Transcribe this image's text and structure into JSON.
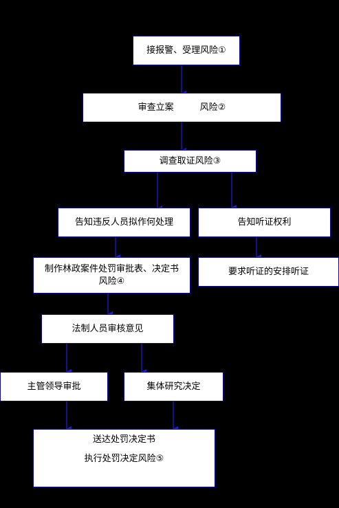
{
  "flow": {
    "n1": "接报警、受理风险①",
    "n2_left": "审查立案",
    "n2_right": "风险②",
    "n3": "调查取证风险③",
    "n4_left": "告知违反人员拟作何处理",
    "n4_right": "告知听证权利",
    "n5_left_line1": "制作林政案件处罚审批表、决定书",
    "n5_left_line2": "风险④",
    "n5_right": "要求听证的安排听证",
    "n6": "法制人员审核意见",
    "n7_left": "主管领导审批",
    "n7_right": "集体研究决定",
    "n8_line1": "送达处罚决定书",
    "n8_line2": "执行处罚决定风险⑤"
  },
  "colors": {
    "background": "#000000",
    "box_fill": "#ffffff",
    "box_border": "#0a0a8a",
    "arrow": "#1e1ee0"
  }
}
